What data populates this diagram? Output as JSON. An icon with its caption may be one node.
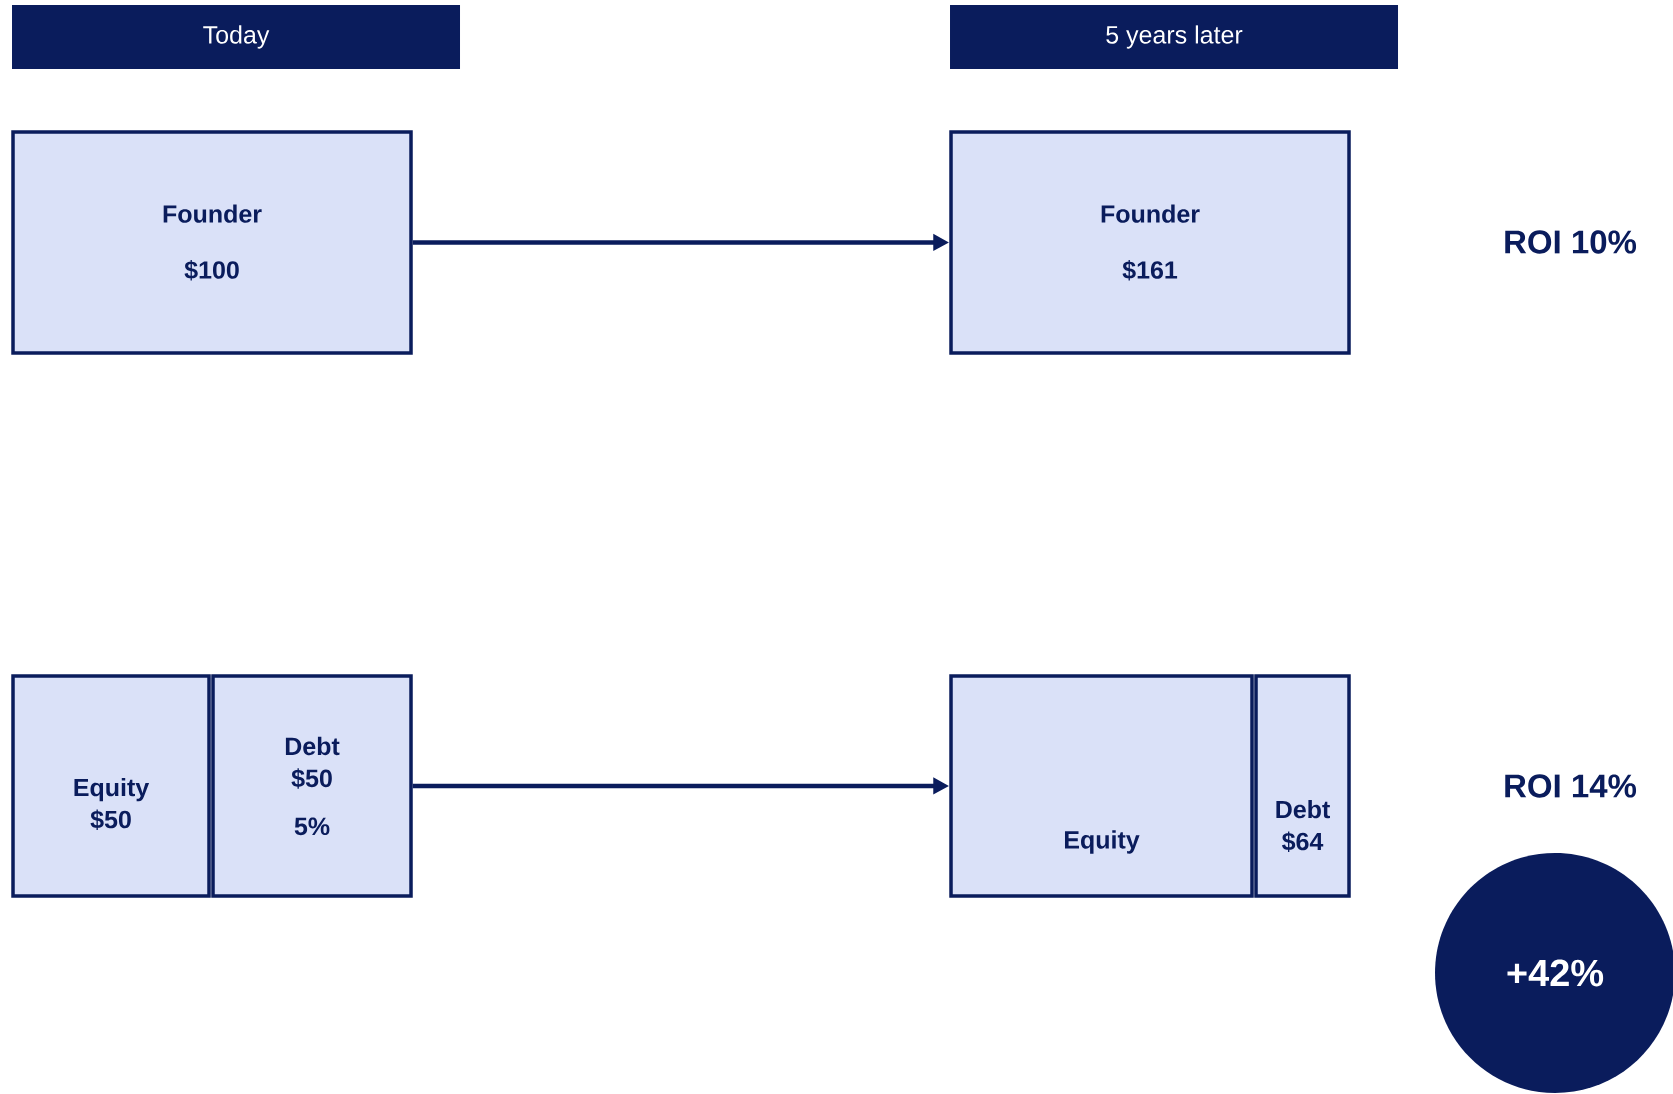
{
  "diagram": {
    "nodes": [
      {
        "text": [
          "Today"
        ]
      },
      {
        "text": [
          "5 years later"
        ]
      },
      {
        "text": [
          "Founder",
          "$100"
        ]
      },
      {
        "text": [
          "Founder",
          "$161"
        ]
      },
      {
        "text": [
          "Equity",
          "$50"
        ]
      },
      {
        "text": [
          "Debt",
          "$50",
          "5%"
        ]
      },
      {
        "text": [
          "Equity"
        ]
      },
      {
        "text": [
          "Debt",
          "$64"
        ]
      },
      {
        "text": [
          "+42%"
        ]
      }
    ],
    "edges": [
      {
        "from": 2,
        "to": 3,
        "arrow": "to"
      },
      {
        "from": 5,
        "to": 6,
        "arrow": "to"
      }
    ],
    "labels": [
      "ROI 10%",
      "ROI 14%"
    ]
  }
}
